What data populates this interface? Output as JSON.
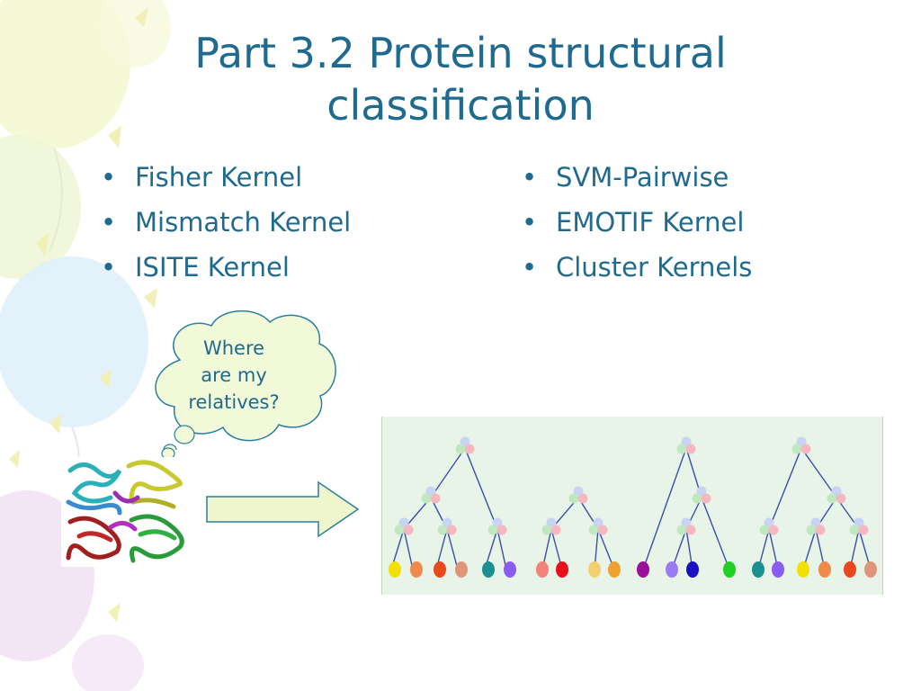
{
  "slide": {
    "title_line1": "Part 3.2 Protein structural",
    "title_line2": "classification",
    "left_bullets": [
      "Fisher Kernel",
      "Mismatch Kernel",
      "ISITE Kernel"
    ],
    "right_bullets": [
      "SVM-Pairwise",
      "EMOTIF Kernel",
      "Cluster Kernels"
    ],
    "bullet_glyph": "•",
    "thought_bubble": {
      "line1": "Where",
      "line2": "are my",
      "line3": "relatives?"
    }
  },
  "colors": {
    "title": "#1f6a8f",
    "tree_panel_bg": "#e8f4e8",
    "tree_edge": "#3a4fa8",
    "leaf_colors": [
      "#f2e000",
      "#f08a4b",
      "#e8481c",
      "#e0957a",
      "#1a9090",
      "#8a5cf0",
      "#f2837a",
      "#e8101a",
      "#f2d070",
      "#f0a030",
      "#9a109a",
      "#9a7cf0",
      "#1a10c0",
      "#20d020"
    ]
  }
}
